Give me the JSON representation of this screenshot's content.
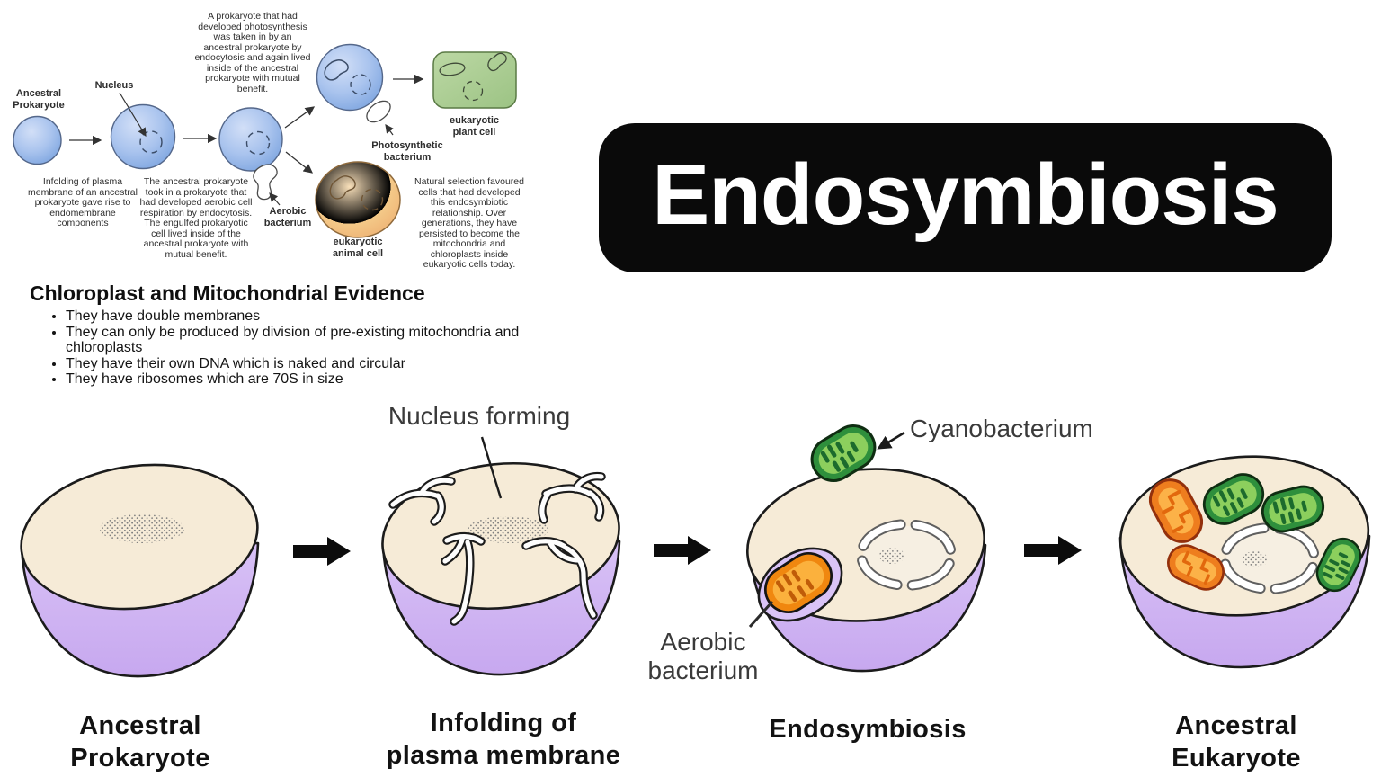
{
  "title_box": {
    "text": "Endosymbiosis",
    "bg_color": "#0a0a0a",
    "text_color": "#ffffff"
  },
  "evidence": {
    "heading": "Chloroplast and Mitochondrial Evidence",
    "bullets": [
      "They have double membranes",
      "They can only be produced by division of pre-existing mitochondria and chloroplasts",
      "They have their own DNA which is naked and circular",
      "They have ribosomes which are 70S in size"
    ]
  },
  "top_diagram": {
    "labels": {
      "ancestral_prokaryote": "Ancestral\nProkaryote",
      "nucleus": "Nucleus",
      "aerobic_bacterium": "Aerobic\nbacterium",
      "photosynthetic_bacterium": "Photosynthetic\nbacterium",
      "eukaryotic_plant_cell": "eukaryotic\nplant cell",
      "eukaryotic_animal_cell": "eukaryotic\nanimal cell"
    },
    "paragraphs": {
      "photosynthesis_uptake": "A prokaryote that had\ndeveloped photosynthesis\nwas taken in by an\nancestral prokaryote by\nendocytosis and again lived\ninside of the ancestral\nprokaryote with mutual\nbenefit.",
      "infolding": "Infolding of plasma\nmembrane of an ancestral\nprokaryote gave rise to\nendomembrane\ncomponents",
      "aerobic_uptake": "The ancestral prokaryote\ntook in a prokaryote that\nhad developed aerobic cell\nrespiration by endocytosis.\nThe engulfed prokaryotic\ncell lived inside of the\nancestral prokaryote with\nmutual benefit.",
      "natural_selection": "Natural selection favoured\ncells that had developed\nthis endosymbiotic\nrelationship. Over\ngenerations, they have\npersisted to become the\nmitochondria and\nchloroplasts inside\neukaryotic cells today."
    }
  },
  "bottom_diagram": {
    "stages": [
      {
        "label": "Ancestral\nProkaryote"
      },
      {
        "label": "Infolding of\nplasma membrane"
      },
      {
        "label": "Endosymbiosis"
      },
      {
        "label": "Ancestral\nEukaryote"
      }
    ],
    "annotations": {
      "nucleus_forming": "Nucleus forming",
      "cyanobacterium": "Cyanobacterium",
      "aerobic_bacterium": "Aerobic\nbacterium"
    },
    "colors": {
      "cell_top_cream": "#f6ebd7",
      "cell_bottom_purple": "#cdb0f1",
      "pocket_lavender": "#d9c3f6",
      "cyanobacterium_green": "#2e8f3c",
      "aerobic_bacterium_orange": "#f0870f",
      "mitochondrion_orange": "#ee7d1e",
      "chloroplast_green": "#2e8f3c",
      "arrow_black": "#0c0c0c",
      "blue_cell": "#a9c4ec",
      "plant_cell_green": "#aecf93",
      "animal_cell_orange": "#f3c68f"
    }
  }
}
